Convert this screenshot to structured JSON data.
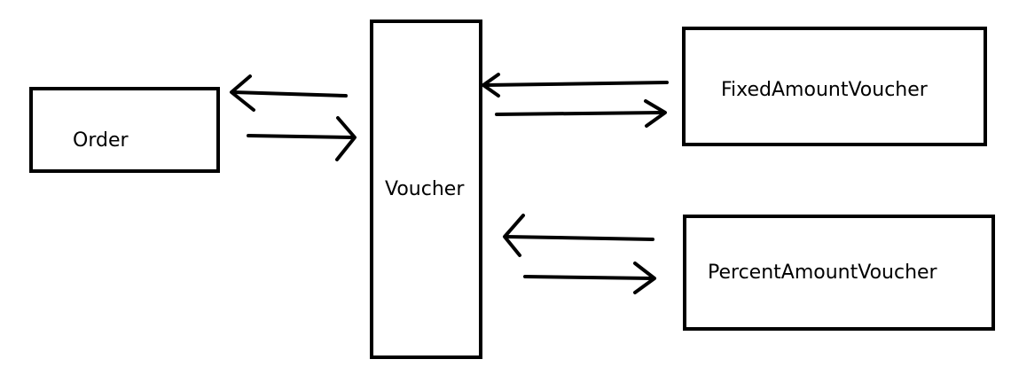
{
  "diagram": {
    "nodes": {
      "order": "Order",
      "voucher": "Voucher",
      "fixed": "FixedAmountVoucher",
      "percent": "PercentAmountVoucher"
    },
    "edges": [
      {
        "from": "Voucher",
        "to": "Order"
      },
      {
        "from": "Order",
        "to": "Voucher"
      },
      {
        "from": "FixedAmountVoucher",
        "to": "Voucher"
      },
      {
        "from": "Voucher",
        "to": "FixedAmountVoucher"
      },
      {
        "from": "PercentAmountVoucher",
        "to": "Voucher"
      },
      {
        "from": "Voucher",
        "to": "PercentAmountVoucher"
      }
    ],
    "colors": {
      "stroke": "#000000",
      "background": "#ffffff"
    }
  }
}
